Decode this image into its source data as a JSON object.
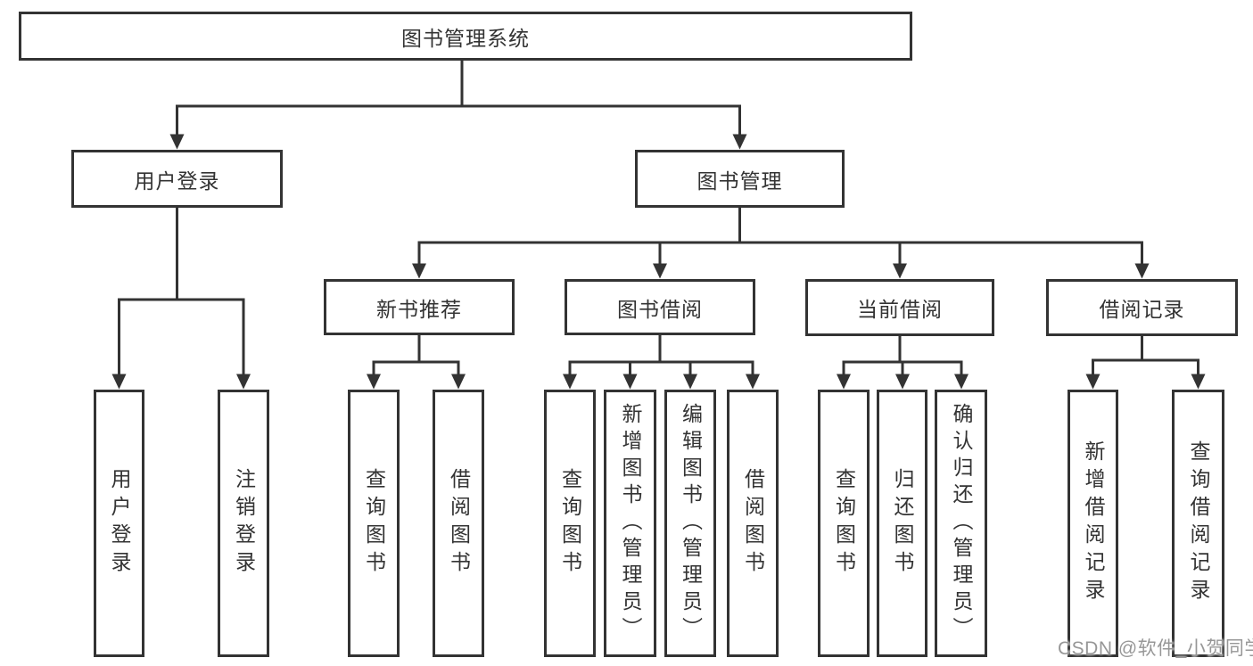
{
  "diagram": {
    "title": "图书管理系统",
    "branches": {
      "user_login": {
        "label": "用户登录",
        "children": [
          "用户登录",
          "注销登录"
        ]
      },
      "book_mgmt": {
        "label": "图书管理",
        "modules": {
          "new_book": {
            "label": "新书推荐",
            "children": [
              "查询图书",
              "借阅图书"
            ]
          },
          "book_borrow": {
            "label": "图书借阅",
            "children": [
              "查询图书",
              "新增图书（管理员）",
              "编辑图书（管理员）",
              "借阅图书"
            ]
          },
          "current_borrow": {
            "label": "当前借阅",
            "children": [
              "查询图书",
              "归还图书",
              "确认归还（管理员）"
            ]
          },
          "borrow_records": {
            "label": "借阅记录",
            "children": [
              "新增借阅记录",
              "查询借阅记录"
            ]
          }
        }
      }
    }
  },
  "watermark": "CSDN @软件_小贺同学",
  "colors": {
    "line": "#333333",
    "box_border": "#333333",
    "box_background": "#ffffff",
    "text": "#333333",
    "watermark": "#979797"
  }
}
